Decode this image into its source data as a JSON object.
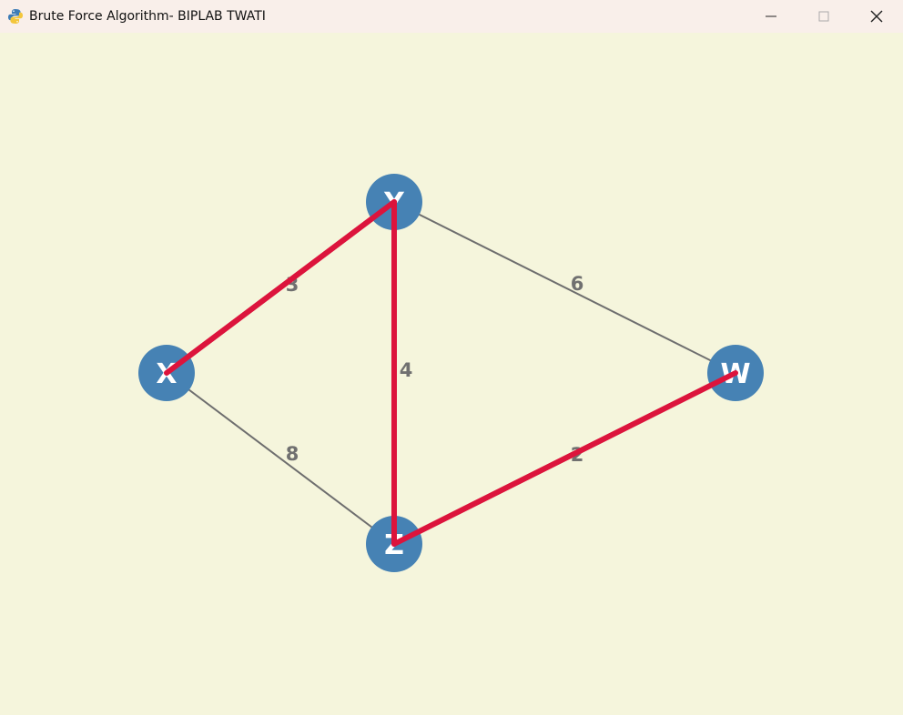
{
  "window": {
    "title": "Brute Force Algorithm- BIPLAB TWATI",
    "app_icon": "python-snake-icon"
  },
  "controls": {
    "minimize": "minimize-icon",
    "maximize": "maximize-icon",
    "close": "close-icon"
  },
  "colors": {
    "background": "#f5f5dc",
    "titlebar": "#f9efea",
    "node": "#4682b4",
    "node_label": "#ffffff",
    "edge": "#6e6e6e",
    "path": "#dc143c",
    "weight_label": "#707070"
  },
  "graph": {
    "nodes": [
      {
        "id": "X",
        "label": "X"
      },
      {
        "id": "Y",
        "label": "Y"
      },
      {
        "id": "W",
        "label": "W"
      },
      {
        "id": "Z",
        "label": "Z"
      }
    ],
    "edges": [
      {
        "from": "X",
        "to": "Y",
        "weight": "3",
        "in_path": true
      },
      {
        "from": "Y",
        "to": "W",
        "weight": "6",
        "in_path": false
      },
      {
        "from": "Y",
        "to": "Z",
        "weight": "4",
        "in_path": true
      },
      {
        "from": "X",
        "to": "Z",
        "weight": "8",
        "in_path": false
      },
      {
        "from": "Z",
        "to": "W",
        "weight": "2",
        "in_path": true
      }
    ]
  }
}
